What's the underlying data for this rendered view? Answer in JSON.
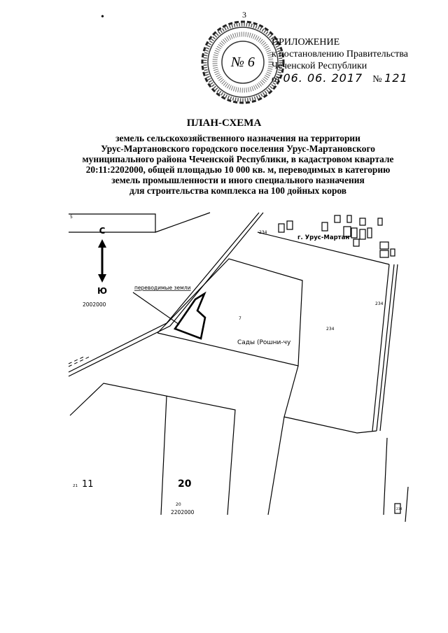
{
  "header": {
    "page_number": "3",
    "seal_number": "№ 6",
    "appendix_title": "ПРИЛОЖЕНИЕ",
    "appendix_line2": "к постановлению Правительства",
    "appendix_line3": "Чеченской Республики",
    "date_prefix": "от",
    "date": "06. 06. 2017",
    "number_prefix": "№",
    "number": "121"
  },
  "document": {
    "title": "ПЛАН-СХЕМА",
    "subtitle_lines": [
      "земель сельскохозяйственного назначения на территории",
      "Урус-Мартановского городского поселения Урус-Мартановского",
      "муниципального района Чеченской Республики, в кадастровом квартале",
      "20:11:2202000, общей площадью 10 000 кв. м, переводимых в категорию",
      "земель промышленности и иного специального назначения",
      "для строительства комплекса на 100 дойных коров"
    ]
  },
  "map": {
    "north_label": "С",
    "south_label": "Ю",
    "transferred_land_label": "переводимые земли",
    "quarter_left": "2002000",
    "town_label": "г. Урус-Мартан",
    "parcel_234_a": "234",
    "parcel_234_b": "234",
    "parcel_234_c": "234",
    "parcel_7": "7",
    "gardens_label": "Сады (Рошни-чу",
    "zone_11": "11",
    "zone_11_small": "21",
    "zone_20": "20",
    "zone_20_small": "20",
    "quarter_bottom": "2202000",
    "edge_mark": "5",
    "corner_small": "234"
  }
}
